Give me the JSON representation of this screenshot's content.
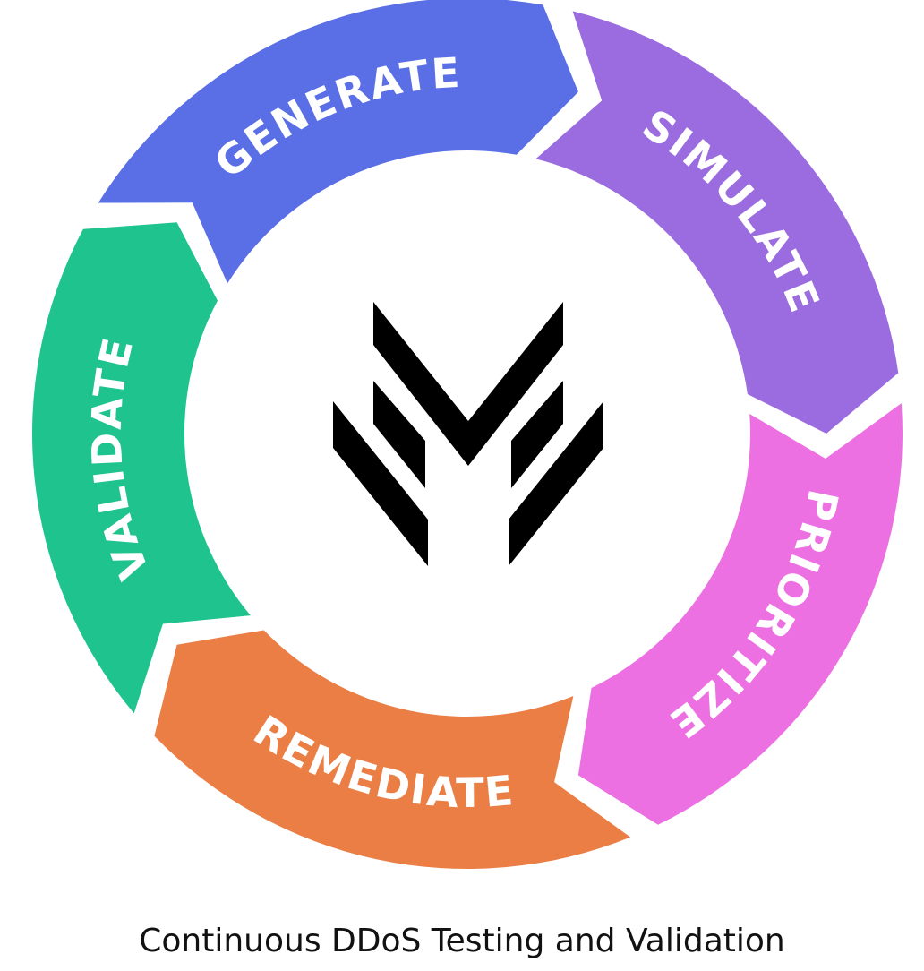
{
  "caption": "Continuous DDoS Testing and Validation",
  "segments": [
    {
      "label": "GENERATE",
      "color": "#5A6EE6"
    },
    {
      "label": "SIMULATE",
      "color": "#9B6BE0"
    },
    {
      "label": "PRIORITIZE",
      "color": "#EC70E2"
    },
    {
      "label": "REMEDIATE",
      "color": "#EA7E45"
    },
    {
      "label": "VALIDATE",
      "color": "#1FC38E"
    }
  ],
  "logo_color": "#000000"
}
